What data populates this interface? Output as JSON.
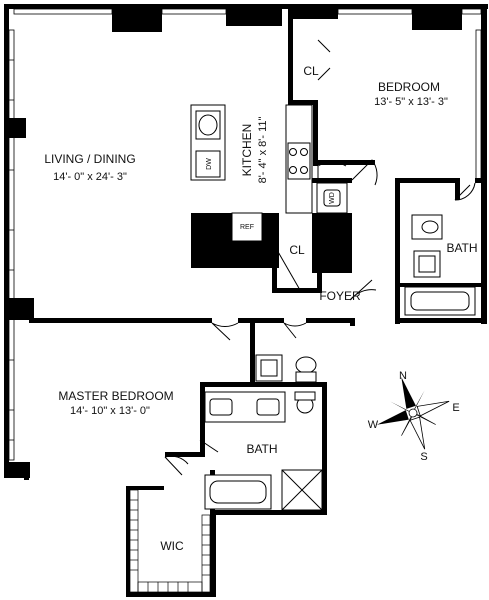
{
  "rooms": {
    "living": {
      "name": "LIVING / DINING",
      "size": "14'- 0\" x 24'- 3\""
    },
    "kitchen": {
      "name": "KITCHEN",
      "size": "8'- 4\" x 8'- 11\""
    },
    "bedroom": {
      "name": "BEDROOM",
      "size": "13'- 5\" x 13'- 3\""
    },
    "master": {
      "name": "MASTER BEDROOM",
      "size": "14'- 10\" x 13'- 0\""
    },
    "bath_1": {
      "name": "BATH"
    },
    "bath_2": {
      "name": "BATH"
    },
    "foyer": {
      "name": "FOYER"
    },
    "closet_1": {
      "name": "CL"
    },
    "closet_2": {
      "name": "CL"
    },
    "wic": {
      "name": "WIC"
    }
  },
  "fixtures": {
    "dishwasher": "DW",
    "refrigerator": "REF",
    "washer_dryer": "WD"
  },
  "compass": {
    "n": "N",
    "e": "E",
    "s": "S",
    "w": "W"
  }
}
